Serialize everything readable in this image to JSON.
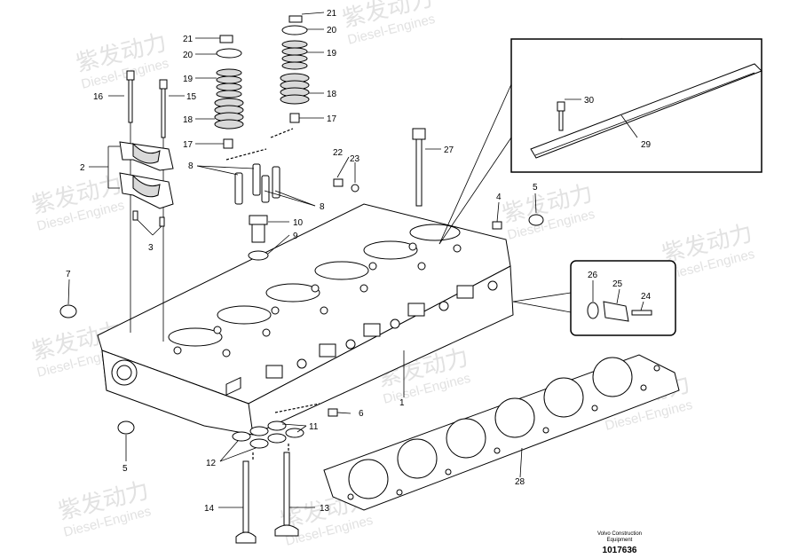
{
  "watermark": {
    "cn": "紫发动力",
    "en": "Diesel-Engines"
  },
  "caption": {
    "line1": "Volvo Construction",
    "line2": "Equipment",
    "number": "1017636"
  },
  "callouts": {
    "c1": "1",
    "c2": "2",
    "c3": "3",
    "c4": "4",
    "c5a": "5",
    "c5b": "5",
    "c6": "6",
    "c7": "7",
    "c8a": "8",
    "c8b": "8",
    "c9": "9",
    "c10": "10",
    "c11": "11",
    "c12": "12",
    "c13": "13",
    "c14": "14",
    "c15": "15",
    "c16": "16",
    "c17a": "17",
    "c17b": "17",
    "c18a": "18",
    "c18b": "18",
    "c19a": "19",
    "c19b": "19",
    "c20a": "20",
    "c20b": "20",
    "c21a": "21",
    "c21b": "21",
    "c22": "22",
    "c23": "23",
    "c24": "24",
    "c25": "25",
    "c26": "26",
    "c27": "27",
    "c28": "28",
    "c29": "29",
    "c30": "30"
  }
}
